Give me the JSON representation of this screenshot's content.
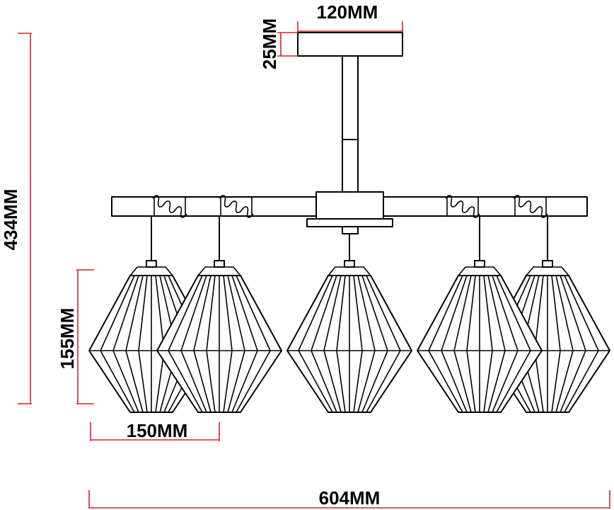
{
  "dimensions": {
    "canopy_width": "120MM",
    "canopy_height": "25MM",
    "total_height": "434MM",
    "shade_height": "155MM",
    "shade_width": "150MM",
    "total_width": "604MM"
  },
  "colors": {
    "dimension_line": "#d2232a",
    "drawing_line": "#000000",
    "background": "#ffffff"
  },
  "shade_count": 5
}
